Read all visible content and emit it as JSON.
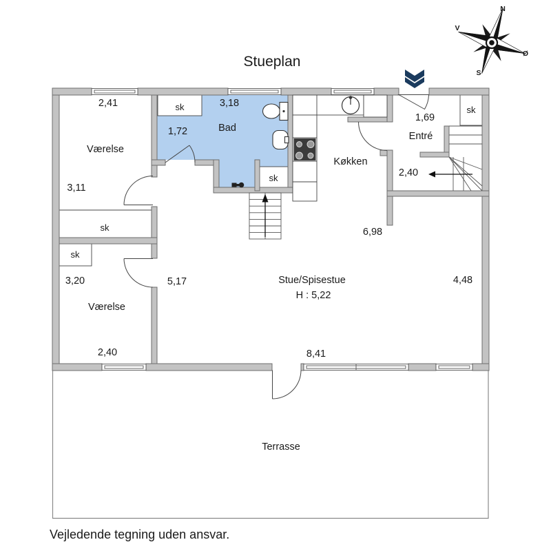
{
  "title": "Stueplan",
  "footer": "Vejledende tegning uden ansvar.",
  "compass": {
    "north": "N",
    "west": "V",
    "east": "Ø",
    "south": "S"
  },
  "closet_label": "sk",
  "rooms": {
    "vaerelse_top": {
      "label": "Værelse",
      "width": "2,41",
      "depth": "3,11"
    },
    "bad": {
      "label": "Bad",
      "width": "3,18",
      "depth": "1,72"
    },
    "koekken": {
      "label": "Køkken"
    },
    "entre": {
      "label": "Entré",
      "width": "1,69",
      "depth": "2,40"
    },
    "vaerelse_bottom": {
      "label": "Værelse",
      "depth": "3,20",
      "width": "2,40"
    },
    "stue": {
      "label": "Stue/Spisestue",
      "ceiling_height": "H : 5,22",
      "hall_width": "5,17",
      "side_depth": "6,98",
      "bottom_width": "8,41",
      "right_depth": "4,48"
    },
    "terrasse": {
      "label": "Terrasse"
    }
  },
  "colors": {
    "wall": "#c3c3c3",
    "bath_floor": "#b3d0ef",
    "entrance_arrow": "#1b3b5e"
  }
}
